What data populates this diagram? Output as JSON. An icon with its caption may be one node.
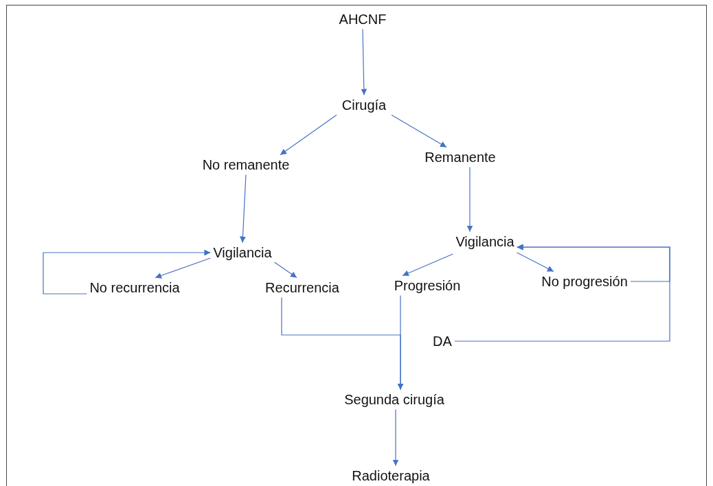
{
  "diagram": {
    "nodes": [
      {
        "text": [
          "AHCNF"
        ]
      },
      {
        "text": [
          "Cirugía"
        ]
      },
      {
        "text": [
          "No remanente"
        ]
      },
      {
        "text": [
          "Remanente"
        ]
      },
      {
        "text": [
          "Vigilancia"
        ]
      },
      {
        "text": [
          "Vigilancia"
        ]
      },
      {
        "text": [
          "No recurrencia"
        ]
      },
      {
        "text": [
          "Recurrencia"
        ]
      },
      {
        "text": [
          "Progresión"
        ]
      },
      {
        "text": [
          "No progresión"
        ]
      },
      {
        "text": [
          "DA"
        ]
      },
      {
        "text": [
          "Segunda cirugía"
        ]
      },
      {
        "text": [
          "Radioterapia"
        ]
      }
    ],
    "edges": [
      {
        "from": 0,
        "to": 1,
        "arrow": "to"
      },
      {
        "from": 1,
        "to": 2,
        "arrow": "to"
      },
      {
        "from": 1,
        "to": 3,
        "arrow": "to"
      },
      {
        "from": 2,
        "to": 4,
        "arrow": "to"
      },
      {
        "from": 3,
        "to": 5,
        "arrow": "to"
      },
      {
        "from": 4,
        "to": 6,
        "arrow": "to"
      },
      {
        "from": 4,
        "to": 7,
        "arrow": "to"
      },
      {
        "from": 6,
        "to": 4,
        "arrow": "to"
      },
      {
        "from": 5,
        "to": 8,
        "arrow": "to"
      },
      {
        "from": 5,
        "to": 9,
        "arrow": "to"
      },
      {
        "from": 9,
        "to": 5,
        "arrow": "to"
      },
      {
        "from": 10,
        "to": 5,
        "arrow": "to"
      },
      {
        "from": 7,
        "to": 11,
        "arrow": "to"
      },
      {
        "from": 8,
        "to": 11,
        "arrow": "to"
      },
      {
        "from": 11,
        "to": 12,
        "arrow": "to"
      }
    ]
  }
}
